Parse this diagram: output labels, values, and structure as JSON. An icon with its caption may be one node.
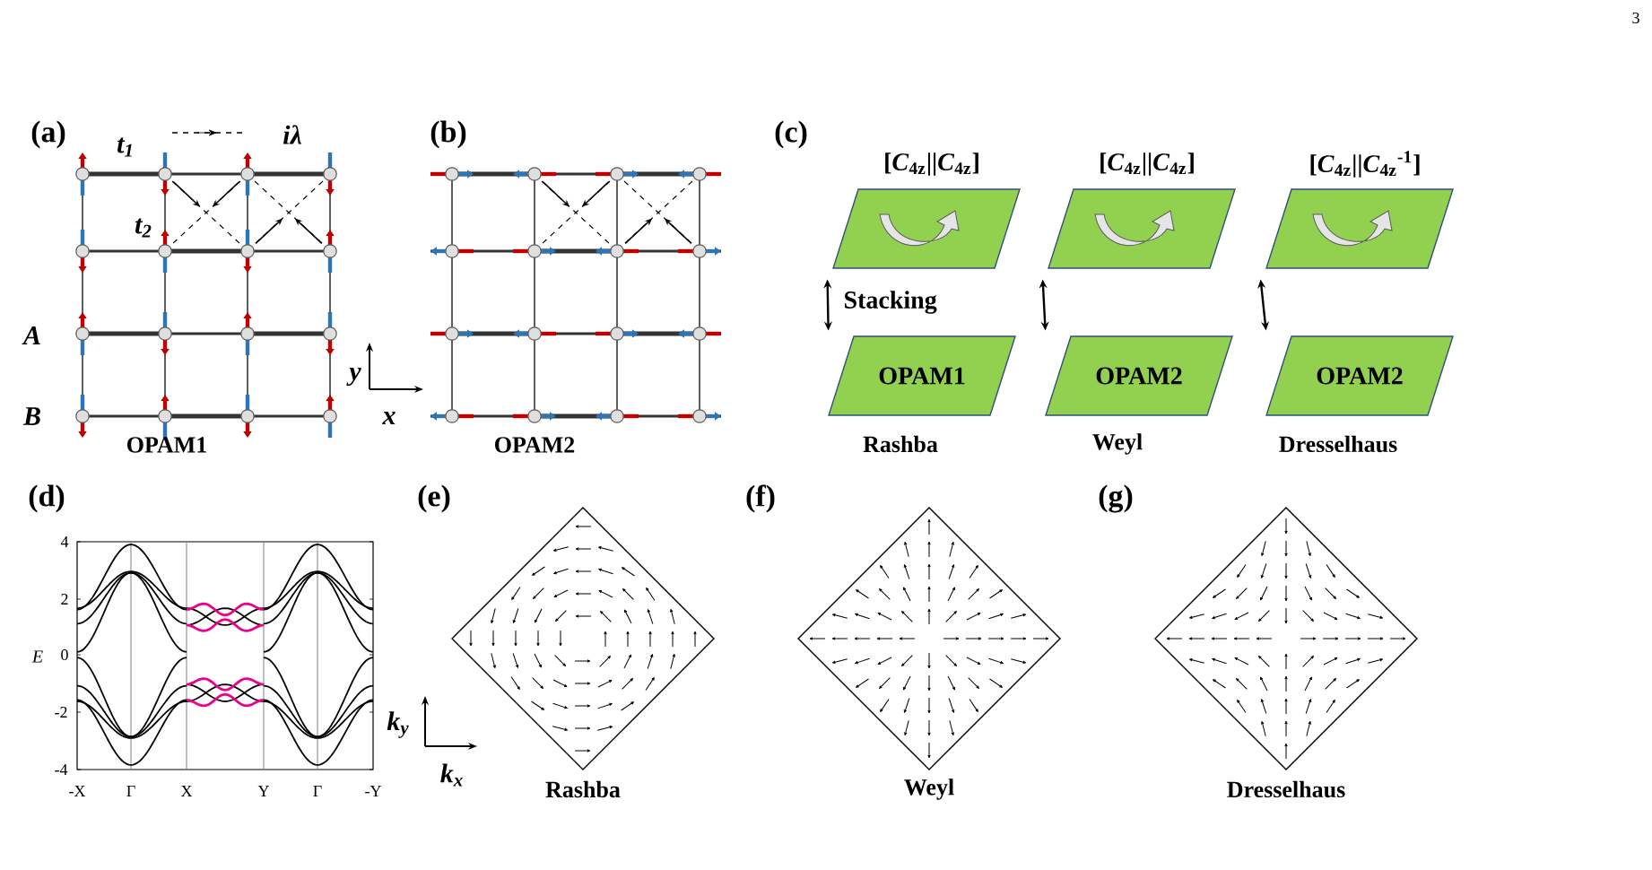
{
  "diagram": {
    "nodes": [
      {
        "text": [
          "[*C*$_{4z}$||*C*$_{4z}$]"
        ]
      },
      {
        "text": [
          "[*C*$_{4z}$||*C*$_{4z}$]"
        ]
      },
      {
        "text": [
          "[*C*$_{4z}$||*C*$_{4z}$$^{-1}$]"
        ]
      },
      {
        "text": [
          "OPAM1"
        ],
        "beside": [
          "Rashba"
        ]
      },
      {
        "text": [
          "OPAM2"
        ],
        "beside": [
          "Weyl"
        ]
      },
      {
        "text": [
          "OPAM2"
        ],
        "beside": [
          "Dresselhaus"
        ]
      }
    ],
    "edges": [
      {
        "from": 0,
        "to": 3,
        "arrow": "both",
        "label": "Stacking"
      },
      {
        "from": 1,
        "to": 4,
        "arrow": "both"
      },
      {
        "from": 2,
        "to": 5,
        "arrow": "both"
      }
    ],
    "labels": [
      "3",
      "(a)",
      "t$_{1}$",
      "iλ",
      "t$_{2}$",
      "A",
      "B",
      "OPAM1",
      "(b)",
      "y",
      "x",
      "OPAM2",
      "(c)",
      "(d)",
      "4",
      "2",
      "0",
      "-2",
      "-4",
      "E",
      "-X",
      "Γ",
      "X",
      "Y",
      "Γ",
      "-Y",
      "(e)",
      "k$_{y}$",
      "k$_{x}$",
      "Rashba",
      "(f)",
      "Weyl",
      "(g)",
      "Dresselhaus"
    ]
  }
}
